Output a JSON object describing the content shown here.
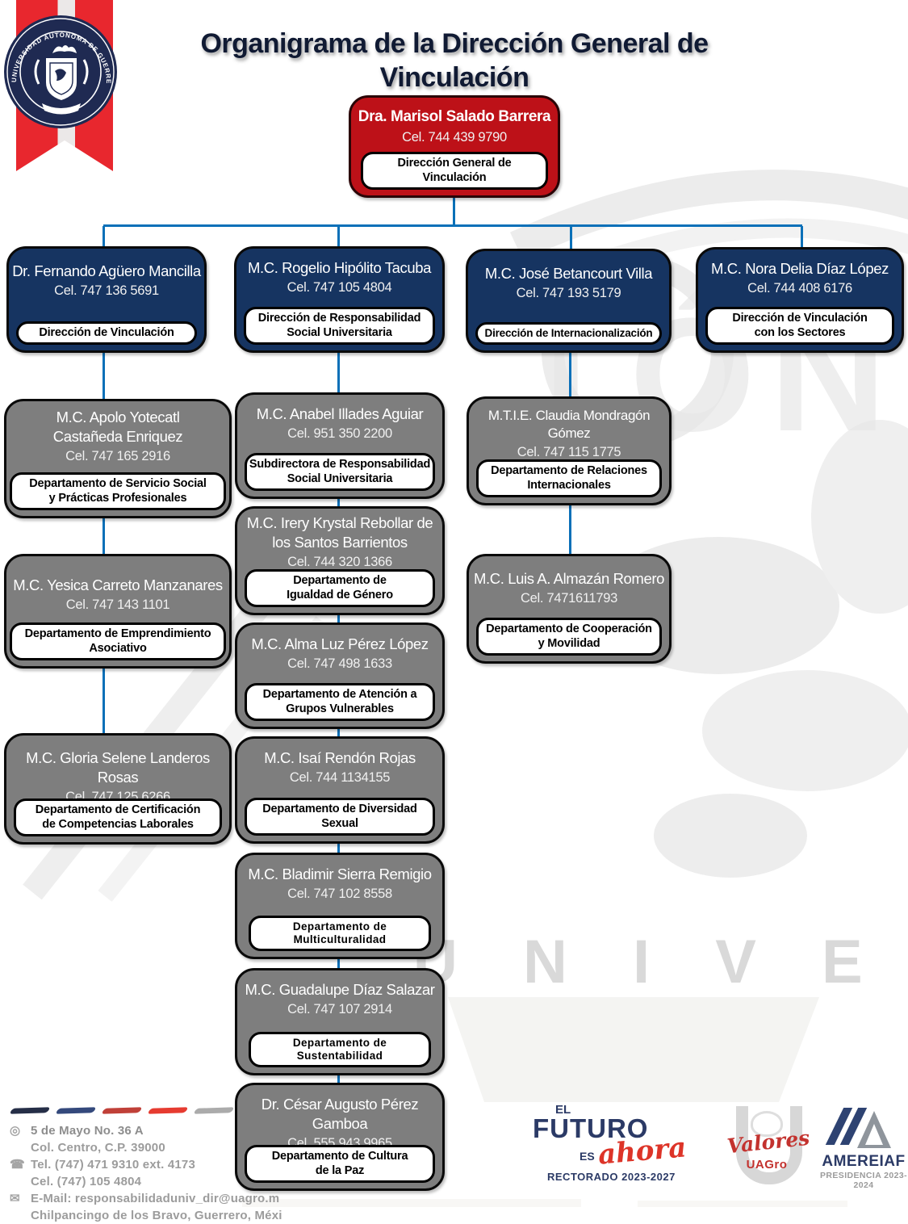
{
  "title": "Organigrama de la Dirección General de Vinculación",
  "seal_text": "UNIVERSIDAD AUTÓNOMA DE GUERRERO",
  "watermark_text": "U N I V E R S I",
  "watermark_letters": "TÓN",
  "root": {
    "name": "Dra. Marisol Salado Barrera",
    "phone": "Cel. 744 439 9790",
    "label": "Dirección General de Vinculación"
  },
  "directions": [
    {
      "name": "Dr. Fernando Agüero Mancilla",
      "phone": "Cel. 747 136 5691",
      "label": "Dirección de Vinculación"
    },
    {
      "name": "M.C. Rogelio Hipólito Tacuba",
      "phone": "Cel. 747 105 4804",
      "label": "Dirección de Responsabilidad\nSocial Universitaria"
    },
    {
      "name": "M.C. José Betancourt Villa",
      "phone": "Cel. 747 193 5179",
      "label": "Dirección de Internacionalización"
    },
    {
      "name": "M.C. Nora Delia Díaz López",
      "phone": "Cel. 744 408 6176",
      "label": "Dirección de Vinculación\ncon los Sectores"
    }
  ],
  "departments": {
    "col1": [
      {
        "name": "M.C. Apolo Yotecatl\nCastañeda Enriquez",
        "phone": "Cel. 747 165 2916",
        "label": "Departamento de Servicio Social\ny Prácticas Profesionales"
      },
      {
        "name": "M.C. Yesica Carreto Manzanares",
        "phone": "Cel. 747 143 1101",
        "label": "Departamento de Emprendimiento\nAsociativo"
      },
      {
        "name": "M.C. Gloria Selene Landeros Rosas",
        "phone": "Cel. 747 125 6266",
        "label": "Departamento de Certificación\nde Competencias Laborales"
      }
    ],
    "col2": [
      {
        "name": "M.C. Anabel Illades Aguiar",
        "phone": "Cel. 951 350 2200",
        "label": "Subdirectora de Responsabilidad\nSocial Universitaria"
      },
      {
        "name": "M.C. Irery Krystal Rebollar de\nlos Santos Barrientos",
        "phone": "Cel. 744 320 1366",
        "label": "Departamento de\nIgualdad de Género"
      },
      {
        "name": "M.C. Alma Luz Pérez López",
        "phone": "Cel. 747 498 1633",
        "label": "Departamento de Atención a\nGrupos Vulnerables"
      },
      {
        "name": "M.C. Isaí Rendón Rojas",
        "phone": "Cel. 744 1134155",
        "label": "Departamento de Diversidad\nSexual"
      },
      {
        "name": "M.C. Bladimir Sierra Remigio",
        "phone": "Cel. 747 102 8558",
        "label": "Departamento de\nMulticulturalidad"
      },
      {
        "name": "M.C. Guadalupe Díaz Salazar",
        "phone": "Cel. 747 107 2914",
        "label": "Departamento de\nSustentabilidad"
      },
      {
        "name": "Dr. César Augusto Pérez Gamboa",
        "phone": "Cel. 555 943 9965",
        "label": "Departamento de Cultura\nde la Paz"
      }
    ],
    "col3": [
      {
        "name": "M.T.I.E. Claudia Mondragón Gómez",
        "phone": "Cel. 747 115 1775",
        "label": "Departamento de Relaciones\nInternacionales"
      },
      {
        "name": "M.C. Luis A. Almazán Romero",
        "phone": "Cel. 7471611793",
        "label": "Departamento de Cooperación\ny Movilidad"
      }
    ]
  },
  "footer": {
    "icons": {
      "location": "◎",
      "phone": "☎",
      "mail": "✉"
    },
    "address1": "5 de Mayo No. 36 A",
    "address2": "Col. Centro, C.P. 39000",
    "tel": "Tel. (747) 471 9310 ext. 4173",
    "cel": "Cel. (747) 105 4804",
    "email": "E-Mail: responsabilidaduniv_dir@uagro.m",
    "city": "Chilpancingo de los Bravo, Guerrero, Méxi"
  },
  "logos": {
    "futuro": {
      "el": "EL",
      "big": "FUTURO",
      "es": "ES",
      "ahora": "ahora",
      "sub": "RECTORADO 2023-2027"
    },
    "valores": {
      "script": "Valores",
      "uagro": "UAGro"
    },
    "amereiaf": {
      "name": "AMEREIAF",
      "sub": "PRESIDENCIA 2023-2024"
    }
  },
  "colors": {
    "red": "#bd1118",
    "navy": "#163461",
    "gray": "#7e7e7e",
    "line": "#0a70b8"
  }
}
